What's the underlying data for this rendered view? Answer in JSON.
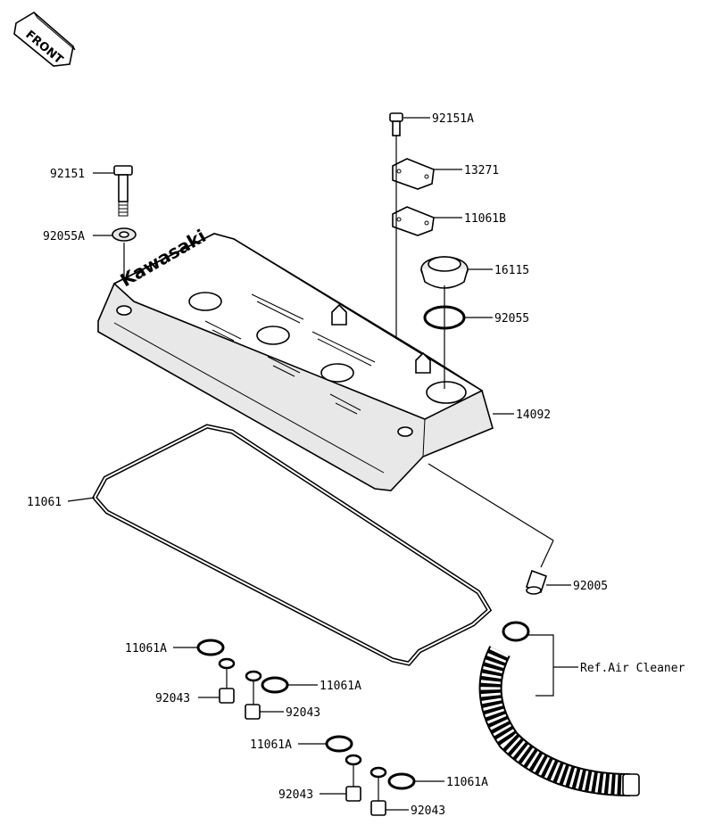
{
  "diagram": {
    "front_marker": "FRONT",
    "brand_text": "Kawasaki",
    "reference_note": "Ref.Air Cleaner",
    "labels": [
      {
        "id": "92151A",
        "text": "92151A"
      },
      {
        "id": "13271",
        "text": "13271"
      },
      {
        "id": "11061B",
        "text": "11061B"
      },
      {
        "id": "16115",
        "text": "16115"
      },
      {
        "id": "92055",
        "text": "92055"
      },
      {
        "id": "14092",
        "text": "14092"
      },
      {
        "id": "92151",
        "text": "92151"
      },
      {
        "id": "92055A",
        "text": "92055A"
      },
      {
        "id": "11061",
        "text": "11061"
      },
      {
        "id": "92005",
        "text": "92005"
      },
      {
        "id": "11061A_1",
        "text": "11061A"
      },
      {
        "id": "92043_1",
        "text": "92043"
      },
      {
        "id": "11061A_2",
        "text": "11061A"
      },
      {
        "id": "92043_2",
        "text": "92043"
      },
      {
        "id": "11061A_3",
        "text": "11061A"
      },
      {
        "id": "92043_3",
        "text": "92043"
      },
      {
        "id": "11061A_4",
        "text": "11061A"
      },
      {
        "id": "92043_4",
        "text": "92043"
      }
    ]
  }
}
